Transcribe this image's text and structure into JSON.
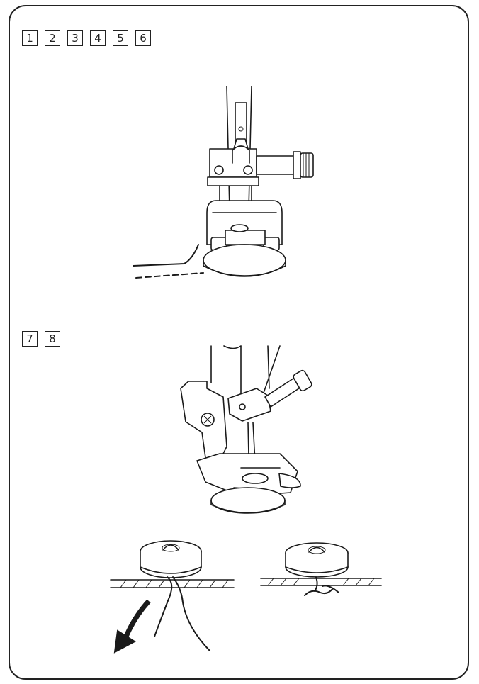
{
  "steps_group_1": [
    "1",
    "2",
    "3",
    "4",
    "5",
    "6"
  ],
  "steps_group_2": [
    "7",
    "8"
  ],
  "colors": {
    "line": "#1a1a1a",
    "frame": "#222222",
    "background": "#ffffff"
  },
  "icons": {
    "arrow": "curved-arrow-down-left-icon"
  }
}
